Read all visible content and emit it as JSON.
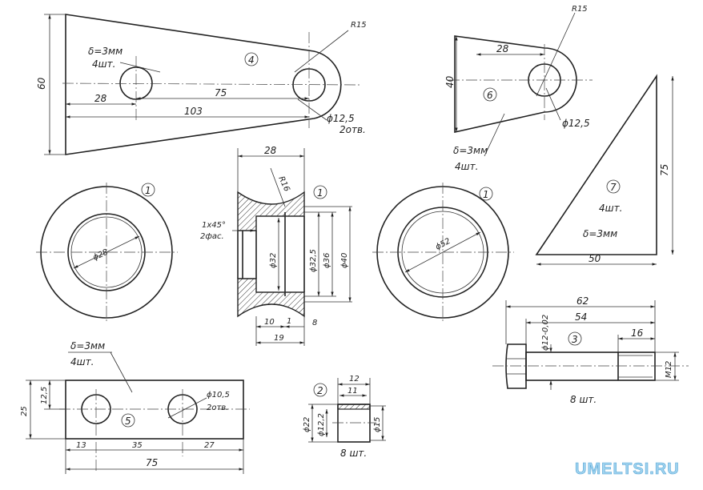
{
  "part4": {
    "number": "4",
    "thickness": "δ=3мм",
    "qty": "4шт.",
    "radius": "R15",
    "hole": "ϕ12,5",
    "holes_count": "2отв.",
    "dim_height": "60",
    "dim_hole_offset": "28",
    "dim_center_distance": "75",
    "dim_total": "103"
  },
  "part6": {
    "number": "6",
    "thickness": "δ=3мм",
    "qty": "4шт.",
    "radius": "R15",
    "hole": "ϕ12,5",
    "dim_height": "40",
    "dim_hole_offset": "28"
  },
  "part7": {
    "number": "7",
    "qty": "4шт.",
    "thickness": "δ=3мм",
    "dim_height": "75",
    "dim_base": "50"
  },
  "part1_left": {
    "number": "1",
    "inner_dia": "ϕ28"
  },
  "part1_section": {
    "number": "1",
    "width": "28",
    "radius": "R16",
    "chamfer": "1x45°",
    "chamfer_count": "2фас.",
    "d32": "ϕ32",
    "d32_5": "ϕ32,5",
    "d36": "ϕ36",
    "d40": "ϕ40",
    "w10": "10",
    "w1": "1",
    "w8": "8",
    "w19": "19"
  },
  "part1_right": {
    "number": "1",
    "inner_dia": "ϕ52"
  },
  "part3": {
    "number": "3",
    "total": "62",
    "shank": "54",
    "thread_len": "16",
    "thread": "M12",
    "shank_dia": "ϕ12-0,02",
    "qty": "8 шт."
  },
  "part5": {
    "number": "5",
    "thickness": "δ=3мм",
    "qty": "4шт.",
    "hole": "ϕ10,5",
    "holes_count": "2отв.",
    "height": "25",
    "half_height": "12,5",
    "d13": "13",
    "d35": "35",
    "d27": "27",
    "total": "75"
  },
  "part2": {
    "number": "2",
    "len12": "12",
    "len11": "11",
    "d22": "ϕ22",
    "d12_2": "ϕ12,2",
    "d15": "ϕ15",
    "qty": "8 шт."
  },
  "watermark": "UMELTSI.RU"
}
